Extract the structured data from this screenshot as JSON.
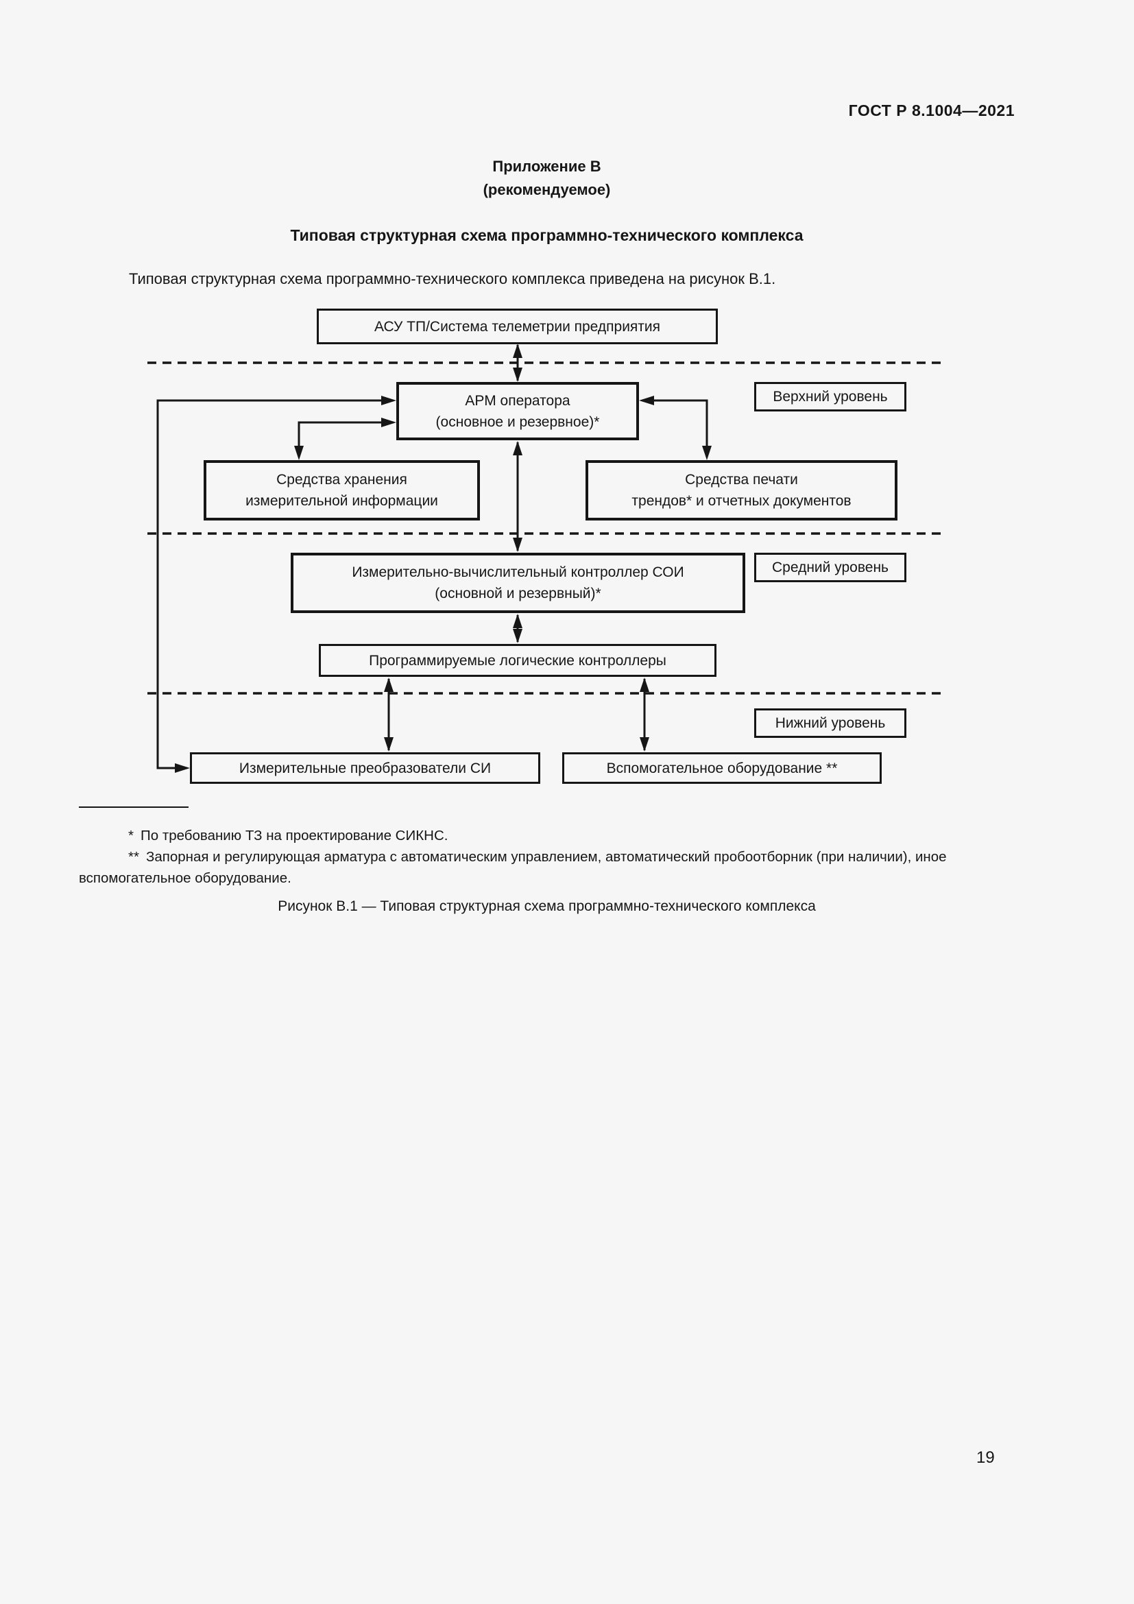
{
  "page": {
    "header": "ГОСТ Р 8.1004—2021",
    "appendix_label": "Приложение В",
    "appendix_kind": "(рекомендуемое)",
    "title": "Типовая структурная схема программно-технического комплекса",
    "intro": "Типовая структурная схема программно-технического комплекса приведена на рисунок В.1.",
    "page_number": "19"
  },
  "diagram": {
    "nodes": {
      "asu": {
        "line1": "АСУ ТП/Система телеметрии предприятия"
      },
      "arm": {
        "line1": "АРМ оператора",
        "line2": "(основное и резервное)*"
      },
      "storage": {
        "line1": "Средства хранения",
        "line2": "измерительной информации"
      },
      "print": {
        "line1": "Средства печати",
        "line2": "трендов* и отчетных документов"
      },
      "controller": {
        "line1": "Измерительно-вычислительный контроллер СОИ",
        "line2": "(основной и резервный)*"
      },
      "plc": {
        "line1": "Программируемые логические контроллеры"
      },
      "sensors": {
        "line1": "Измерительные преобразователи СИ"
      },
      "aux": {
        "line1": "Вспомогательное оборудование **"
      }
    },
    "levels": {
      "upper": "Верхний уровень",
      "middle": "Средний уровень",
      "lower": "Нижний уровень"
    },
    "line_color": "#161616"
  },
  "footnotes": {
    "fn1": {
      "marker": "*",
      "text": "По требованию ТЗ на проектирование СИКНС."
    },
    "fn2": {
      "marker": "**",
      "text": "Запорная и регулирующая арматура с автоматическим управлением, автоматический пробоотборник (при наличии), иное вспомогательное оборудование."
    }
  },
  "caption": "Рисунок В.1 — Типовая структурная схема программно-технического комплекса"
}
